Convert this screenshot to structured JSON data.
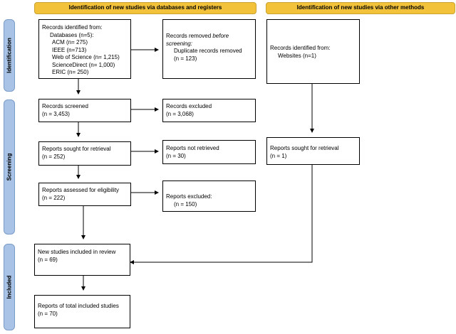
{
  "headers": {
    "databases": "Identification of new studies via databases and registers",
    "other": "Identification of new studies via other methods"
  },
  "phases": {
    "identification": "Identification",
    "screening": "Screening",
    "included": "Included"
  },
  "boxes": {
    "records_identified": {
      "title": "Records identified from:",
      "lines": [
        "Databases (n=5):",
        "ACM (n= 275)",
        "IEEE (n=713)",
        "Web of Science (n= 1,215)",
        "ScienceDirect (n= 1,000)",
        "ERIC (n= 250)"
      ]
    },
    "records_removed": {
      "prefix": "Records removed ",
      "italic1": "before",
      "italic2": "screening:",
      "detail": "Duplicate records removed",
      "count": "(n = 123)"
    },
    "records_screened": {
      "title": "Records screened",
      "count": "(n = 3,453)"
    },
    "records_excluded": {
      "title": "Records excluded",
      "count": "(n = 3,068)"
    },
    "reports_sought": {
      "title": "Reports sought for retrieval",
      "count": "(n = 252)"
    },
    "reports_not_retrieved": {
      "title": "Reports not retrieved",
      "count": "(n = 30)"
    },
    "reports_assessed": {
      "title": "Reports assessed for eligibility",
      "count": "(n = 222)"
    },
    "reports_excluded": {
      "title": "Reports excluded:",
      "count": "(n = 150)"
    },
    "new_included": {
      "title": "New studies included in review",
      "count": "(n = 69)"
    },
    "total_included": {
      "title": "Reports of total included studies",
      "count": "(n = 70)"
    },
    "other_identified": {
      "title": "Records identified from:",
      "detail": "Websites (n=1)"
    },
    "other_sought": {
      "title": "Reports sought for retrieval",
      "count": "(n = 1)"
    }
  }
}
